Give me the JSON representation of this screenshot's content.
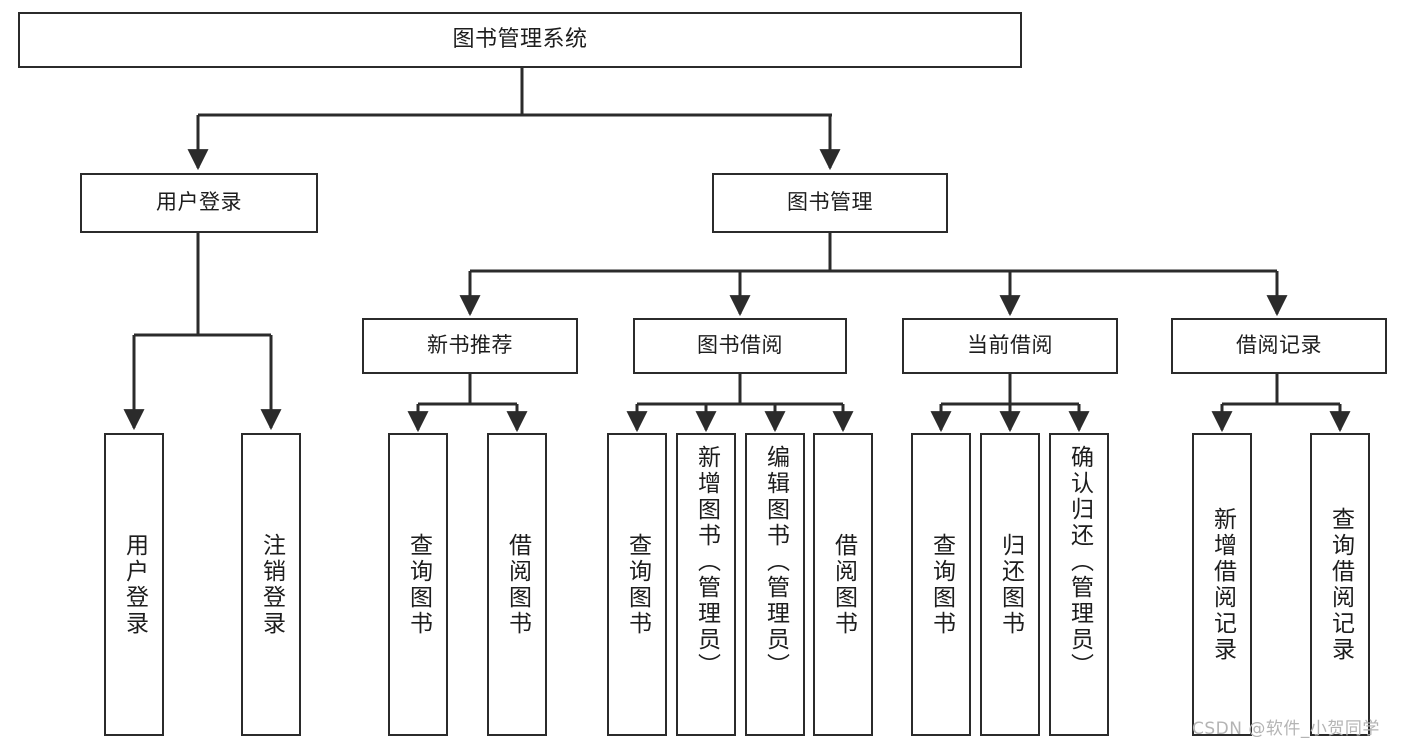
{
  "diagram": {
    "title": "图书管理系统",
    "type": "tree",
    "root": {
      "id": "root",
      "label": "图书管理系统"
    },
    "level2": [
      {
        "id": "user-login",
        "label": "用户登录"
      },
      {
        "id": "book-manage",
        "label": "图书管理"
      }
    ],
    "level3": [
      {
        "id": "new-book-recommend",
        "label": "新书推荐",
        "parent": "book-manage"
      },
      {
        "id": "book-borrow",
        "label": "图书借阅",
        "parent": "book-manage"
      },
      {
        "id": "current-borrow",
        "label": "当前借阅",
        "parent": "book-manage"
      },
      {
        "id": "borrow-record",
        "label": "借阅记录",
        "parent": "book-manage"
      }
    ],
    "leaves": [
      {
        "id": "leaf-user-login",
        "label": "用户登录",
        "parent": "user-login"
      },
      {
        "id": "leaf-logout-login",
        "label": "注销登录",
        "parent": "user-login"
      },
      {
        "id": "leaf-query-book-1",
        "label": "查询图书",
        "parent": "new-book-recommend"
      },
      {
        "id": "leaf-borrow-book-1",
        "label": "借阅图书",
        "parent": "new-book-recommend"
      },
      {
        "id": "leaf-query-book-2",
        "label": "查询图书",
        "parent": "book-borrow"
      },
      {
        "id": "leaf-add-book",
        "label": "新增图书（管理员）",
        "parent": "book-borrow"
      },
      {
        "id": "leaf-edit-book",
        "label": "编辑图书（管理员）",
        "parent": "book-borrow"
      },
      {
        "id": "leaf-borrow-book-2",
        "label": "借阅图书",
        "parent": "book-borrow"
      },
      {
        "id": "leaf-query-book-3",
        "label": "查询图书",
        "parent": "current-borrow"
      },
      {
        "id": "leaf-return-book",
        "label": "归还图书",
        "parent": "current-borrow"
      },
      {
        "id": "leaf-confirm-return",
        "label": "确认归还（管理员）",
        "parent": "current-borrow"
      },
      {
        "id": "leaf-add-record",
        "label": "新增借阅记录",
        "parent": "borrow-record"
      },
      {
        "id": "leaf-query-record",
        "label": "查询借阅记录",
        "parent": "borrow-record"
      }
    ],
    "colors": {
      "box_border": "#2b2b2b",
      "box_fill": "#ffffff",
      "connector": "#2b2b2b",
      "text": "#1d1d1d",
      "watermark": "#b4b4b4"
    }
  },
  "watermark": {
    "text": "CSDN @软件_小贺同学"
  }
}
